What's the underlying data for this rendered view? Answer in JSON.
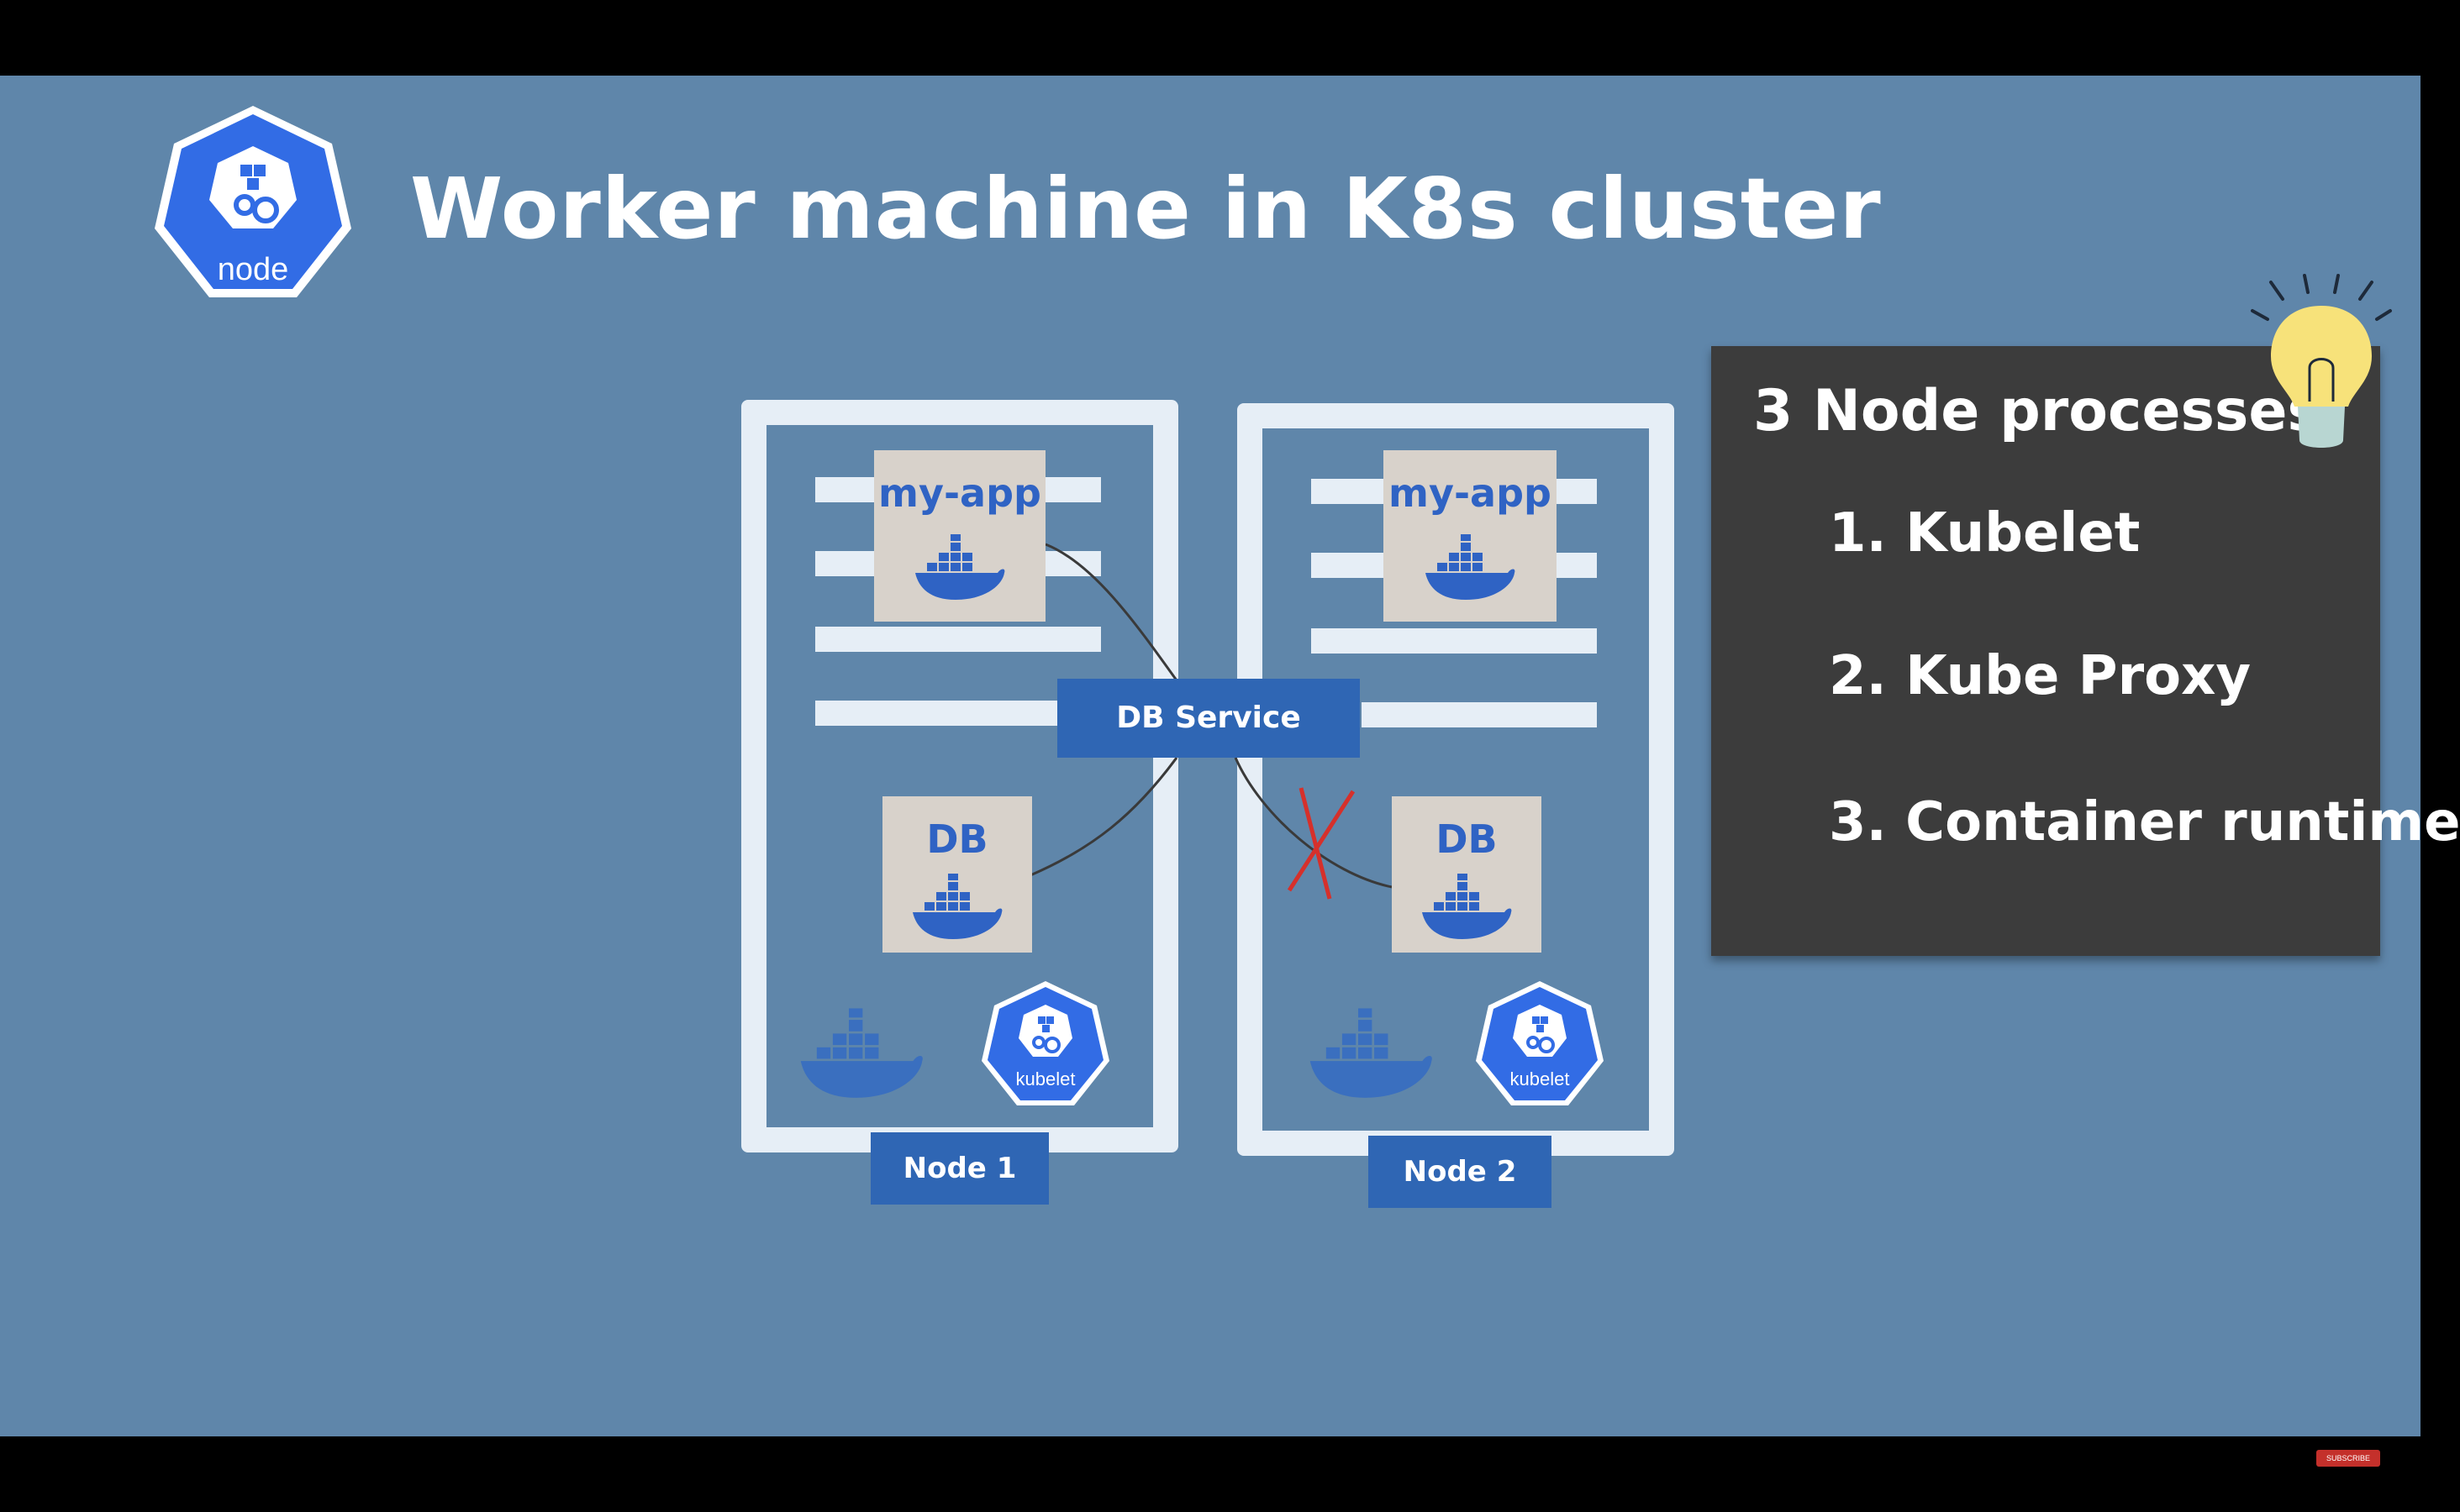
{
  "slide": {
    "title": "Worker machine in K8s cluster",
    "node_logo_label": "node"
  },
  "diagram": {
    "nodes": [
      {
        "label": "Node 1",
        "app_pod": "my-app",
        "db_pod": "DB",
        "kubelet_label": "kubelet"
      },
      {
        "label": "Node 2",
        "app_pod": "my-app",
        "db_pod": "DB",
        "kubelet_label": "kubelet"
      }
    ],
    "service_label": "DB Service",
    "failed_connection_marker_color": "#d6302b"
  },
  "panel": {
    "title": "3 Node processes:",
    "items": [
      "1. Kubelet",
      "2. Kube Proxy",
      "3. Container runtime"
    ]
  },
  "colors": {
    "background": "#5f86aa",
    "k8s_blue": "#326ce5",
    "tag_blue": "#2f66b4",
    "panel": "#3c3c3c"
  },
  "player": {
    "subscribe_label": "SUBSCRIBE"
  }
}
